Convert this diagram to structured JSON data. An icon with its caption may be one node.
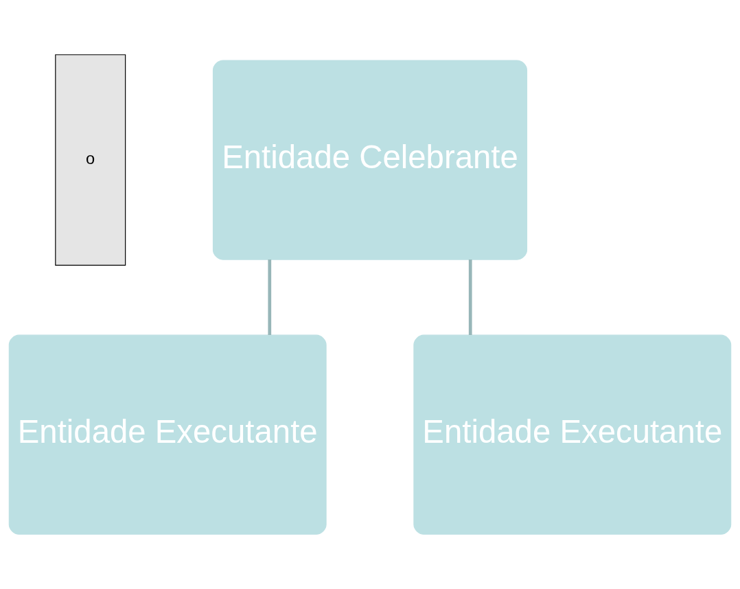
{
  "diagram": {
    "nodes": [
      {
        "text": [
          "o"
        ]
      },
      {
        "text": [
          "Entidade Celebrante"
        ]
      },
      {
        "text": [
          "Entidade Executante"
        ]
      },
      {
        "text": [
          "Entidade Executante"
        ]
      }
    ],
    "edges": [
      {
        "from": 1,
        "to": 2,
        "arrow": "none"
      },
      {
        "from": 1,
        "to": 3,
        "arrow": "none"
      }
    ]
  }
}
